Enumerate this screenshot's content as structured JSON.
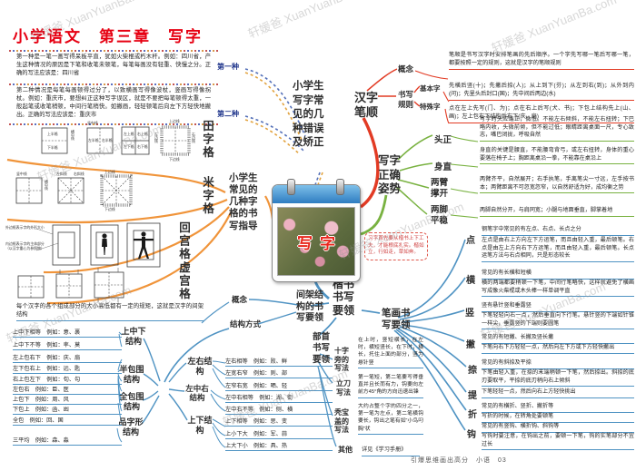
{
  "page": {
    "title": "小学语文　第三章　写字",
    "footer": "引爆思维画出高分　小语　03",
    "watermark": "轩媛爸 XuanYuanBa.com",
    "center_label": "写字"
  },
  "errors": {
    "node": "小学生写字常见的几种错误及矫正",
    "first_label": "第一种",
    "first_text": "第一种是一笔一画写得呆板平直，犹如火柴棍或朽木杆。例如：四川省，产生这种情况的原因是下笔和收笔未顿笔，每笔每画没有轻重、快慢之分。正确的写法应该是：四川省",
    "second_label": "第二种",
    "second_text": "第二种情况是每笔每画顿得过分了，以致横画写得像波杖，竖画写得像拐杖。例如：重庆市，要想纠正这种写字误区，就是不要把每笔顿得太重，一般起笔或收笔稍顿，中间行笔稍快。如撇画，轻轻顿笔后向左下方轻快地撇出。正确的写法应该是：重庆市"
  },
  "bishun": {
    "node": "汉字笔顺",
    "concept_label": "概念",
    "concept_text": "笔顺是书写汉字时安排笔画的先后顺序。一个字先写哪一笔后写哪一笔，都要按照一定的规则，这就是汉字的笔顺规则",
    "rules_label": "书写规则",
    "basic_label": "基本字",
    "basic_text": "先横后竖(十)；先撇后捺(人)；从上到下(芬)；从左到右(到)；从外到内(问)；先里头后封口(国)；先中间后两边(水)",
    "special_label": "特殊字",
    "special_text": "点在左上先写(门、为)；点在右上后写(犬、书)；下包上结构先上(山、画)；左上包右下结构后右下(庆、扇)"
  },
  "posture": {
    "node": "写字正确姿势",
    "items": [
      {
        "label": "头正",
        "text": "写字时头应端正，微低。不能左右倾斜，不能左右扭转；下巴略内收，头微前倾，但不能过低；眼睛距离桌面一尺，专心致志，嘴巴闭拢，呼吸自然"
      },
      {
        "label": "身直",
        "text": "身直的关键是腰直，不能腰弯背弓，或左右扭转，身体的重心要落在椅子上；胸距离桌沿一拳，不能靠在桌沿上"
      },
      {
        "label": "两臂撑开",
        "text": "两臂齐平，自然展开；右手执笔，手离笔尖一寸远，左手按书本；两臂距离不可忽宽忽窄，以自然舒适为好，成均衡之势"
      },
      {
        "label": "两脚平稳",
        "text": "两脚自然分开，与肩同宽；小腿与地面垂直，脚掌着地"
      }
    ]
  },
  "kaishu": {
    "node": "楷书书写要领",
    "note": "习字首先要从楷书上下工夫，才能根底扎实。楷如立，行如走，草如奔。"
  },
  "strokes": {
    "node": "笔画书写要领",
    "items": [
      {
        "label": "点",
        "types": "钢笔字中常见的有左点、右点、长点之分",
        "how": "左点是由右上方向左下方运笔，而且由轻入重，最后顿笔。右点是由左上方向右下方运笔，而且由轻入重，最后顿笔。长点运笔方法与右点相同，只是形态较长"
      },
      {
        "label": "横",
        "types": "常见的有长横和短横",
        "how": "横的两端都要稍顿一下笔，中间行笔略快，这样就避免了横画写成像火柴棍或木头棒一样单调平直"
      },
      {
        "label": "竖",
        "types": "竖有悬针竖和垂露竖",
        "how": "下笔轻轻向右一点，然后垂直向下行笔。悬针竖的下端如针锥一样尖，垂露竖的下端则要圆笔"
      },
      {
        "label": "撇",
        "types": "常见的有短撇、长撇及竖长撇",
        "how": "下笔向右下方轻轻一点，然后向左下方或下方轻快撇出"
      },
      {
        "label": "捺",
        "types": "常见的有斜捺及平捺",
        "how": "下笔由轻入重，在捺的末端稍顿一下笔，然后捺出。斜捺的底刃要取平，平捺的底刃稍向右上倾斜"
      },
      {
        "label": "提",
        "types": "",
        "how": "下笔轻轻一点，然后向右上方轻快挑出"
      },
      {
        "label": "折",
        "types": "常见的有横折、竖折、撇折等",
        "how": "写折的时候，在转角处要顿笔"
      },
      {
        "label": "钩",
        "types": "常见的有竖钩、横折钩、斜钩等",
        "how": "写钩时要注意，在钩出之前，要顿一下笔，钩的实笔部分不宜过长"
      }
    ]
  },
  "radicals": {
    "node": "部首书写要领",
    "items": [
      {
        "label": "十字旁的写法",
        "text": "在上时，竖短横长，在左时，横短竖长，在下时，横长，托住上面的部分，竖为悬针竖"
      },
      {
        "label": "立刀写法",
        "text": "第一笔短，第二笔要写得垂直并且长而有力，钩要向左前方45°角的方向迅速出锋"
      },
      {
        "label": "秃宝盖的写法",
        "text": "大约占整个字的四分之一，第一笔为左点，第二笔横钩要长，钩出之笔有如“小鸟叼胸”状"
      },
      {
        "label": "其他",
        "text": "详见《学习手册》"
      }
    ]
  },
  "structure": {
    "node": "间架结构的书写要领",
    "concept_label": "概念",
    "concept_text": "每个汉字的各个组成部分的大小高低都有一定的规矩，这就是汉字的间架结构",
    "mode_label": "结构方式",
    "left_groups": [
      {
        "label": "上中下结构",
        "rows": [
          "上中下相等　例如：意、裹",
          "上中下不等　例如：率、莫"
        ]
      },
      {
        "label": "半包围结构",
        "rows": [
          "左上包右下　例如：庆、扇",
          "左下包右上　例如：远、匙",
          "右上包左下　例如：旬、勾",
          "左包右　例如：臣、医",
          "上包下　例如：周、风",
          "下包上　例如：函、凼"
        ]
      },
      {
        "label": "全包围结构",
        "rows": [
          "全包　例如：回、国"
        ]
      },
      {
        "label": "品字形结构",
        "rows": [
          "三平均　例如：森、淼"
        ]
      }
    ],
    "right_groups": [
      {
        "label": "左右结构",
        "rows": [
          "左右相等　例如：败、鲜",
          "左宽右窄　例如：则、部",
          "左窄右宽　例如：晒、轻"
        ]
      },
      {
        "label": "左中右结构",
        "rows": [
          "左中右相等　例如：湖、街",
          "左中右不等　例如：侧、横"
        ]
      },
      {
        "label": "上下结构",
        "rows": [
          "上下相等　例如：思、变",
          "上小下大　例如：军、蒜",
          "上大下小　例如：具、热"
        ]
      }
    ]
  },
  "grids": {
    "node": "小学生常见的几种字格的书写指导",
    "tian": {
      "label": "田字格",
      "half_top": "上半格",
      "half_bottom": "下半格",
      "mid_h": "横中线",
      "mid_v": "竖中线",
      "half_left": "左半格",
      "half_right": "右半格",
      "q_tl": "左上格",
      "q_tr": "右上格",
      "q_bl": "左下格",
      "q_br": "右下格",
      "edge_top": "上边线",
      "edge_bottom": "下边线",
      "edge_left": "左边线",
      "edge_right": "右边线"
    },
    "mi": {
      "label": "米字格",
      "mid_h": "横中线",
      "mid_v": "竖中线",
      "diag_l": "左斜线",
      "diag_r": "右斜线",
      "edge_top": "上边线",
      "edge_bottom": "下边线"
    },
    "hui": {
      "label": "回宫格",
      "note1": "外边框表示字的外形大小",
      "note2": "内边框表示字的主体部分（以汉字重心为参照物）"
    },
    "xu": {
      "label": "虚宫格"
    }
  }
}
